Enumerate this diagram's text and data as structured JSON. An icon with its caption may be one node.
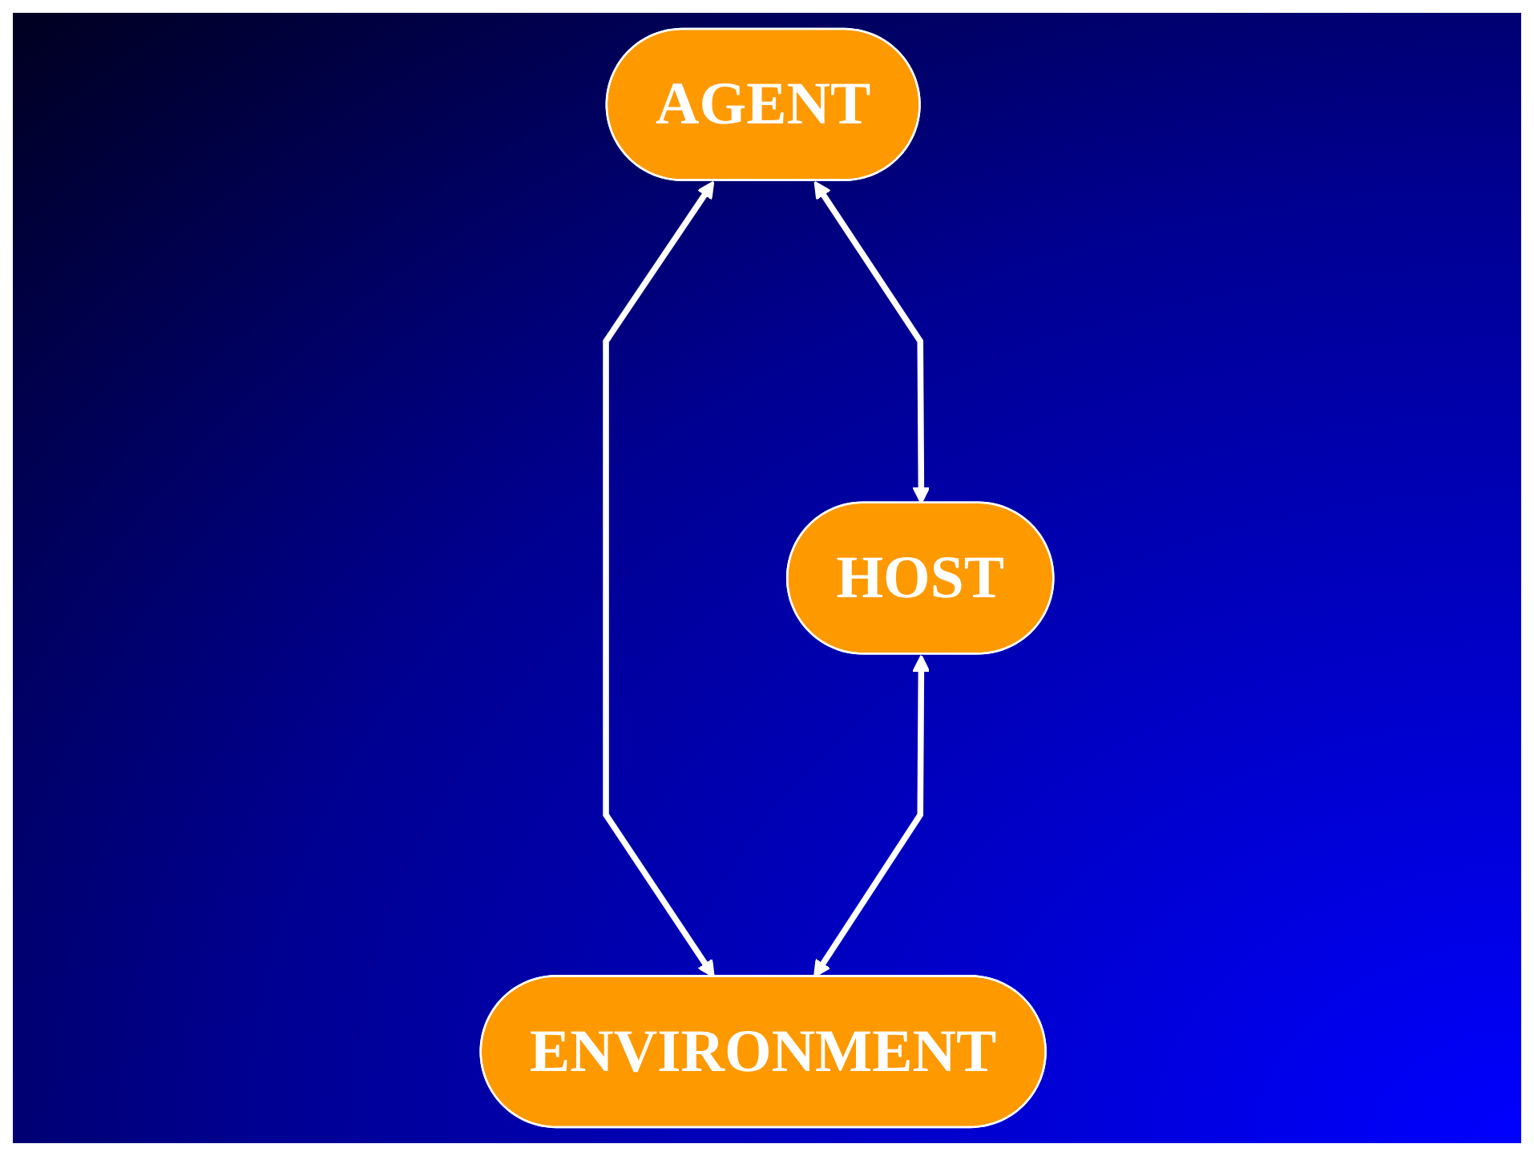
{
  "diagram": {
    "nodes": [
      {
        "text": [
          "AGENT"
        ]
      },
      {
        "text": [
          "HOST"
        ]
      },
      {
        "text": [
          "ENVIRONMENT"
        ]
      }
    ],
    "edges": [
      {
        "from": 0,
        "to": 1,
        "arrow": "both"
      },
      {
        "from": 0,
        "to": 2,
        "arrow": "both"
      },
      {
        "from": 1,
        "to": 2,
        "arrow": "both"
      }
    ]
  }
}
